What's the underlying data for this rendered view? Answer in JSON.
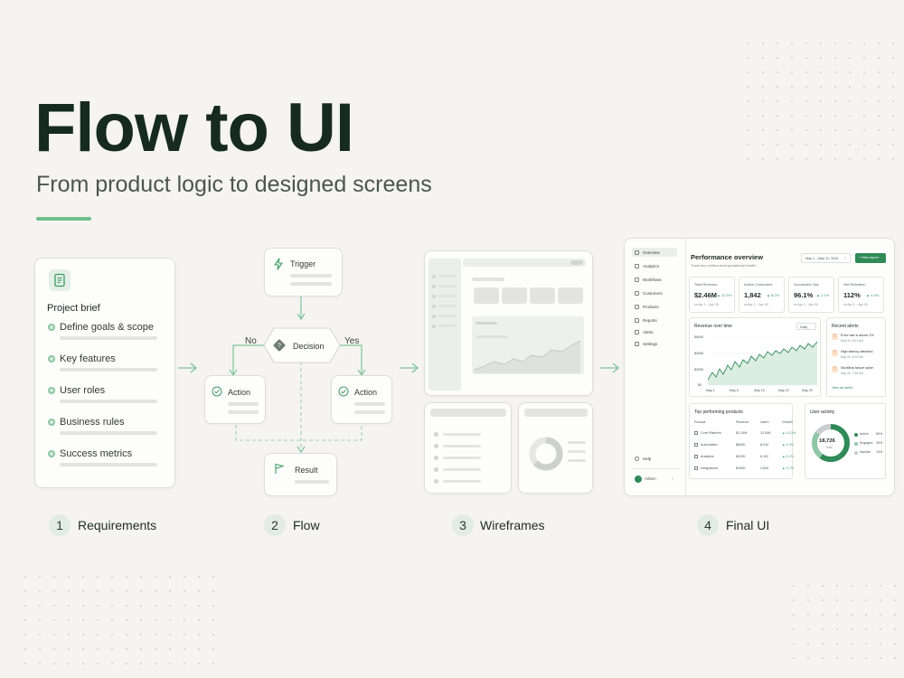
{
  "header": {
    "title": "Flow to UI",
    "subtitle": "From product logic to designed screens"
  },
  "colors": {
    "accent": "#6fbe8c",
    "accent_dark": "#2f8a57",
    "warning": "#e0782e"
  },
  "requirements": {
    "card_title": "Project brief",
    "items": [
      "Define goals & scope",
      "Key features",
      "User roles",
      "Business rules",
      "Success metrics"
    ]
  },
  "flow": {
    "trigger": "Trigger",
    "decision": "Decision",
    "no": "No",
    "yes": "Yes",
    "action_left": "Action",
    "action_right": "Action",
    "result": "Result"
  },
  "steps": [
    {
      "number": "1",
      "label": "Requirements"
    },
    {
      "number": "2",
      "label": "Flow"
    },
    {
      "number": "3",
      "label": "Wireframes"
    },
    {
      "number": "4",
      "label": "Final UI"
    }
  ],
  "final_ui": {
    "sidebar": [
      "Overview",
      "Analytics",
      "Workflows",
      "Customers",
      "Products",
      "Reports",
      "Alerts",
      "Settings"
    ],
    "help": "Help",
    "user": "Admin",
    "page_title": "Performance overview",
    "page_subtitle": "Track key metrics and operational health.",
    "date_range": "May 1 – May 31, 2024",
    "new_report": "+ New report",
    "kpis": [
      {
        "label": "Total Revenue",
        "value": "$2.46M",
        "delta": "▲ 12.5%",
        "sub": "vs Apr 1 – Apr 30"
      },
      {
        "label": "Active Customers",
        "value": "1,842",
        "delta": "▲ 8.2%",
        "sub": "vs Apr 1 – Apr 30"
      },
      {
        "label": "Successful Ops",
        "value": "96.1%",
        "delta": "▲ 2.1%",
        "sub": "vs Apr 1 – Apr 30"
      },
      {
        "label": "Net Retention",
        "value": "112%",
        "delta": "▲ 4.3%",
        "sub": "vs Apr 1 – Apr 30"
      }
    ],
    "revenue": {
      "title": "Revenue over time",
      "granularity": "Daily",
      "y_ticks": [
        "$600K",
        "$400K",
        "$200K",
        "$0"
      ],
      "x_ticks": [
        "May 1",
        "May 8",
        "May 15",
        "May 22",
        "May 29"
      ]
    },
    "alerts": {
      "title": "Recent alerts",
      "items": [
        {
          "text": "Error rate is above 2%",
          "time": "May 31, 8:41 AM"
        },
        {
          "text": "High latency detected",
          "time": "May 31, 8:10 AM"
        },
        {
          "text": "Workflow failure spike",
          "time": "May 31, 7:58 AM"
        }
      ],
      "view_all": "View all alerts"
    },
    "products": {
      "title": "Top performing products",
      "columns": [
        "Product",
        "Revenue",
        "Users",
        "Growth"
      ],
      "rows": [
        [
          "Core Platform",
          "$1.24M",
          "12,546",
          "▲ 15.3%"
        ],
        [
          "Automation",
          "$620K",
          "8,214",
          "▲ 9.4%"
        ],
        [
          "Analytics",
          "$410K",
          "6,102",
          "▲ 6.1%"
        ],
        [
          "Integrations",
          "$190K",
          "2,843",
          "▲ 3.7%"
        ]
      ]
    },
    "activity": {
      "title": "User activity",
      "total": "18,726",
      "total_label": "Total",
      "legend": [
        {
          "label": "Active",
          "value": "60%"
        },
        {
          "label": "Engaged",
          "value": "25%"
        },
        {
          "label": "Inactive",
          "value": "15%"
        }
      ]
    }
  }
}
